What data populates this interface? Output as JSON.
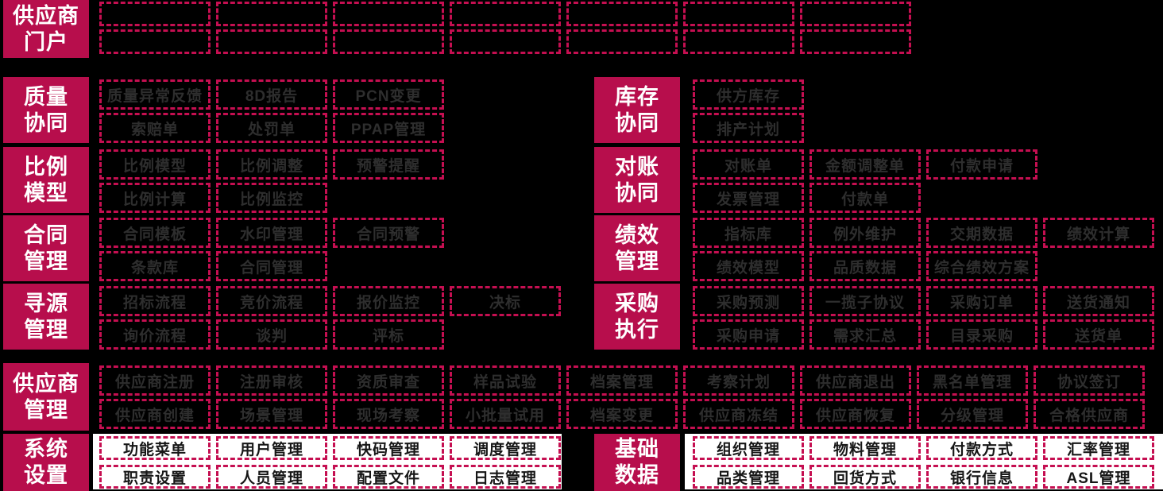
{
  "colors": {
    "accent": "#b70e4c",
    "dash": "#c50f51",
    "panel": "#ffffff",
    "background": "#000000",
    "text_dark": "#2e2e2e",
    "text_black": "#161616"
  },
  "sections": {
    "supplier_portal": {
      "label": "供应商\n门户",
      "rows": [
        [
          "",
          "",
          "",
          "",
          "",
          "",
          ""
        ],
        [
          "",
          "",
          "",
          "",
          "",
          "",
          ""
        ]
      ]
    },
    "quality": {
      "label": "质量\n协同",
      "rows": [
        [
          "质量异常反馈",
          "8D报告",
          "PCN变更"
        ],
        [
          "索赔单",
          "处罚单",
          "PPAP管理"
        ]
      ]
    },
    "ratio": {
      "label": "比例\n模型",
      "rows": [
        [
          "比例模型",
          "比例调整",
          "预警提醒"
        ],
        [
          "比例计算",
          "比例监控"
        ]
      ]
    },
    "contract": {
      "label": "合同\n管理",
      "rows": [
        [
          "合同模板",
          "水印管理",
          "合同预警"
        ],
        [
          "条款库",
          "合同管理"
        ]
      ]
    },
    "sourcing": {
      "label": "寻源\n管理",
      "rows": [
        [
          "招标流程",
          "竞价流程",
          "报价监控",
          "决标"
        ],
        [
          "询价流程",
          "谈判",
          "评标"
        ]
      ]
    },
    "supplier_mgmt": {
      "label": "供应商\n管理",
      "rows": [
        [
          "供应商注册",
          "注册审核",
          "资质审查",
          "样品试验",
          "档案管理",
          "考察计划",
          "供应商退出",
          "黑名单管理",
          "协议签订"
        ],
        [
          "供应商创建",
          "场景管理",
          "现场考察",
          "小批量试用",
          "档案变更",
          "供应商冻结",
          "供应商恢复",
          "分级管理",
          "合格供应商"
        ]
      ]
    },
    "system_settings": {
      "label": "系统\n设置",
      "rows": [
        [
          "功能菜单",
          "用户管理",
          "快码管理",
          "调度管理"
        ],
        [
          "职责设置",
          "人员管理",
          "配置文件",
          "日志管理"
        ]
      ]
    },
    "inventory": {
      "label": "库存\n协同",
      "rows": [
        [
          "供方库存"
        ],
        [
          "排产计划"
        ]
      ]
    },
    "reconciliation": {
      "label": "对账\n协同",
      "rows": [
        [
          "对账单",
          "金额调整单",
          "付款申请"
        ],
        [
          "发票管理",
          "付款单"
        ]
      ]
    },
    "performance": {
      "label": "绩效\n管理",
      "rows": [
        [
          "指标库",
          "例外维护",
          "交期数据",
          "绩效计算"
        ],
        [
          "绩效模型",
          "品质数据",
          "综合绩效方案"
        ]
      ]
    },
    "purchasing": {
      "label": "采购\n执行",
      "rows": [
        [
          "采购预测",
          "一揽子协议",
          "采购订单",
          "送货通知"
        ],
        [
          "采购申请",
          "需求汇总",
          "目录采购",
          "送货单"
        ]
      ]
    },
    "basic_data": {
      "label": "基础\n数据",
      "rows": [
        [
          "组织管理",
          "物料管理",
          "付款方式",
          "汇率管理"
        ],
        [
          "品类管理",
          "回货方式",
          "银行信息",
          "ASL管理"
        ]
      ]
    }
  }
}
